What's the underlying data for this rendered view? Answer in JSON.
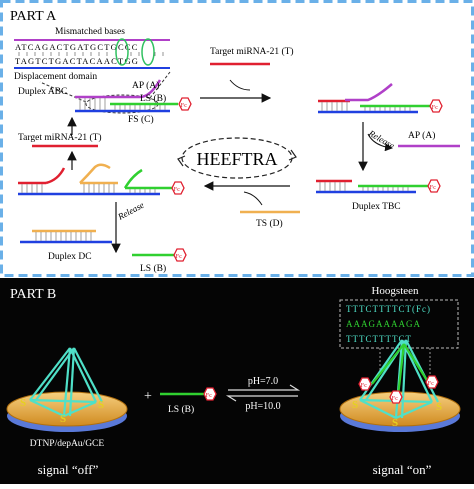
{
  "part_a": {
    "title": "PART A",
    "inset": {
      "mismatched_bases": "Mismatched bases",
      "seq_top": "ATCAGACTGATGCTGCCC",
      "seq_bottom": "TAGTCTGACTACAACTGG",
      "displacement_domain": "Displacement domain"
    },
    "labels": {
      "duplex_abc": "Duplex ABC",
      "ap": "AP (A)",
      "ls": "LS (B)",
      "fs": "FS (C)",
      "target_top": "Target miRNA-21 (T)",
      "target_left": "Target miRNA-21 (T)",
      "release_ap": "Release",
      "ap_released": "AP (A)",
      "heeftra": "HEEFTRA",
      "duplex_tbc": "Duplex TBC",
      "ts": "TS (D)",
      "release_ls": "Release",
      "duplex_dc": "Duplex DC",
      "ls_released": "LS (B)",
      "fc": "Fc"
    }
  },
  "part_b": {
    "title": "PART B",
    "hoogsteen": "Hoogsteen",
    "hoog_rows": [
      "TTTCTTTTCT(Fc)",
      "AAAGAAAAGA",
      "TTTCTTTTCT"
    ],
    "electrode": "DTNP/depAu/GCE",
    "ls": "LS (B)",
    "fc": "Fc",
    "s": "S",
    "plus": "+",
    "ph_top": "pH=7.0",
    "ph_bottom": "pH=10.0",
    "signal_off": "signal “off”",
    "signal_on": "signal “on”"
  },
  "colors": {
    "blue": "#2040e0",
    "red": "#e02030",
    "magenta": "#b040c8",
    "green": "#30d030",
    "orange": "#f0b050",
    "cyan": "#4fe0c8",
    "panel_border": "#6ab0e8"
  }
}
